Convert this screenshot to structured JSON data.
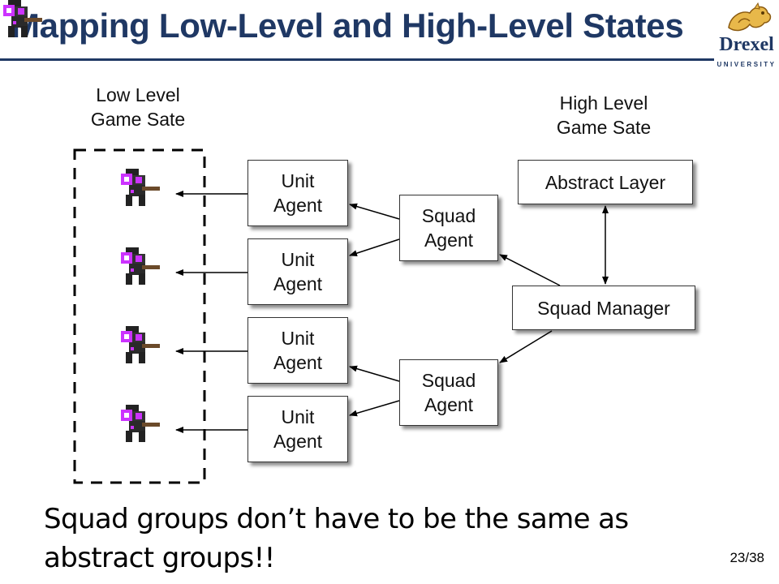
{
  "slide": {
    "title": "Mapping Low-Level and High-Level States",
    "logo": {
      "name": "Drexel",
      "subtitle": "UNIVERSITY"
    },
    "caption": "Squad groups don’t have to be the same as abstract groups!!",
    "page": "23/38"
  },
  "diagram": {
    "low_level_label": "Low Level\nGame Sate",
    "high_level_label": "High Level\nGame Sate",
    "unit_agents": [
      "Unit\nAgent",
      "Unit\nAgent",
      "Unit\nAgent",
      "Unit\nAgent"
    ],
    "squad_agents": [
      "Squad\nAgent",
      "Squad\nAgent"
    ],
    "abstract_layer": "Abstract Layer",
    "squad_manager": "Squad Manager",
    "unit_sprite_count": 4,
    "colors": {
      "title": "#1f3864",
      "sprite_accent": "#cc33ff"
    },
    "icons": [
      "unit-sprite-icon",
      "dragon-logo-icon"
    ]
  }
}
